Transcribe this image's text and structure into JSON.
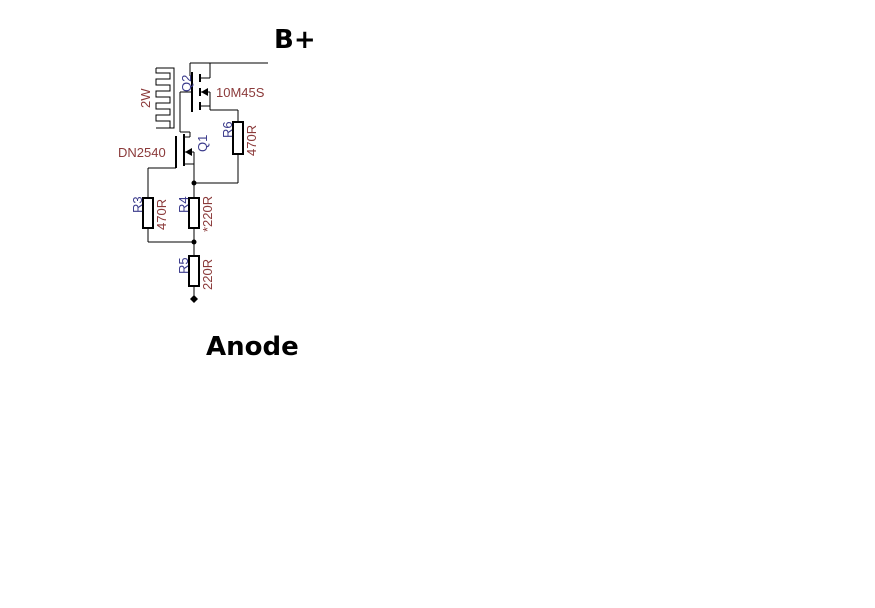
{
  "labels": {
    "supply": "B+",
    "output": "Anode"
  },
  "components": {
    "q2": {
      "ref": "Q2",
      "value": "10M45S"
    },
    "q1": {
      "ref": "Q1",
      "value": "DN2540"
    },
    "heatsink": {
      "value": "2W"
    },
    "r6": {
      "ref": "R6",
      "value": "470R"
    },
    "r3": {
      "ref": "R3",
      "value": "470R"
    },
    "r4": {
      "ref": "R4",
      "value": "*220R"
    },
    "r5": {
      "ref": "R5",
      "value": "220R"
    }
  },
  "colors": {
    "value_text": "#8b3a3a",
    "ref_text": "#3a3a8b",
    "wire": "#000000"
  }
}
